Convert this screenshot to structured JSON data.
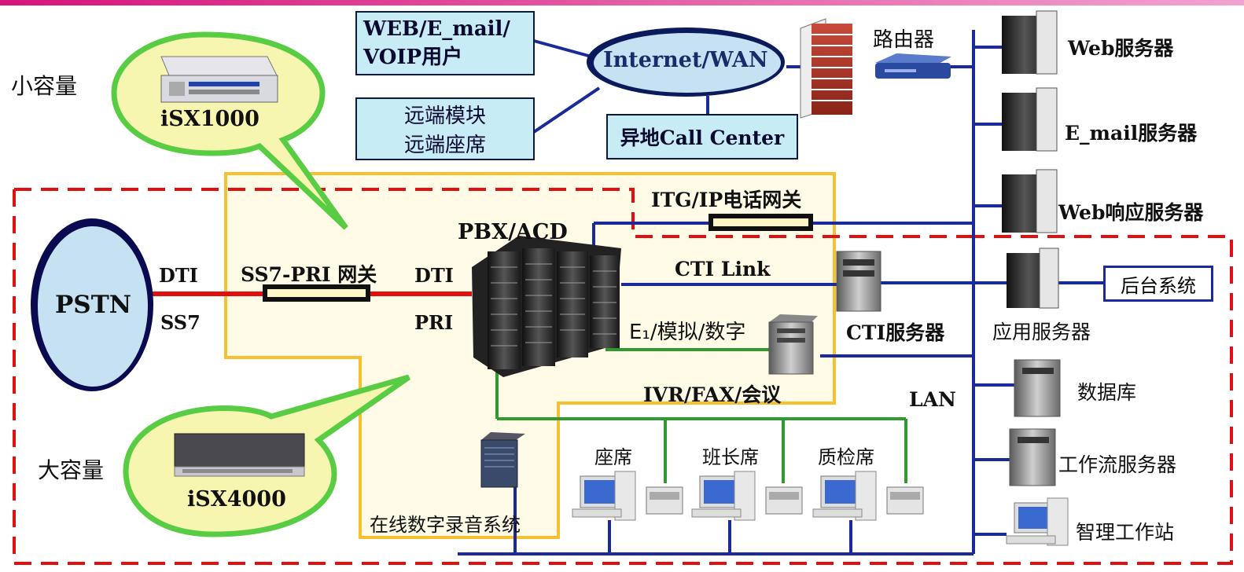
{
  "top_bar": {
    "color_left": "#d6147a",
    "color_right": "#f2a3d0"
  },
  "internet": {
    "label": "Internet/WAN"
  },
  "web_users": {
    "line1": "WEB/E_mail/",
    "line2": "VOIP用户"
  },
  "remote": {
    "line1": "远端模块",
    "line2": "远端座席"
  },
  "remote_cc": {
    "label": "异地Call Center"
  },
  "router": {
    "label": "路由器"
  },
  "small": {
    "label": "小容量",
    "device": "iSX1000"
  },
  "large": {
    "label": "大容量",
    "device": "iSX4000"
  },
  "pstn": {
    "label": "PSTN",
    "dti": "DTI",
    "ss7": "SS7"
  },
  "gateway": {
    "label": "SS7-PRI 网关"
  },
  "pbx": {
    "label": "PBX/ACD",
    "dti": "DTI",
    "pri": "PRI"
  },
  "itg": {
    "label": "ITG/IP电话网关"
  },
  "cti_link": {
    "label": "CTI Link"
  },
  "e1": {
    "label": "E₁/模拟/数字"
  },
  "ivr": {
    "label": "IVR/FAX/会议"
  },
  "cti_server": {
    "label": "CTI服务器"
  },
  "lan": {
    "label": "LAN"
  },
  "recorder": {
    "label": "在线数字录音系统"
  },
  "agents": [
    "座席",
    "班长席",
    "质检席"
  ],
  "servers": [
    {
      "label": "Web服务器"
    },
    {
      "label": "E_mail服务器"
    },
    {
      "label": "Web响应服务器"
    },
    {
      "label": "应用服务器"
    },
    {
      "label": "数据库"
    },
    {
      "label": "工作流服务器"
    },
    {
      "label": "智理工作站"
    }
  ],
  "backend": {
    "label": "后台系统"
  },
  "colors": {
    "lan": "#1a2a9a",
    "ss7": "#e01010",
    "green": "#2f9a2f",
    "boundary": "#e01010",
    "yellow": "#f6c030",
    "bubble": "#f6f6b0",
    "cloud": "#c6e2f2"
  }
}
